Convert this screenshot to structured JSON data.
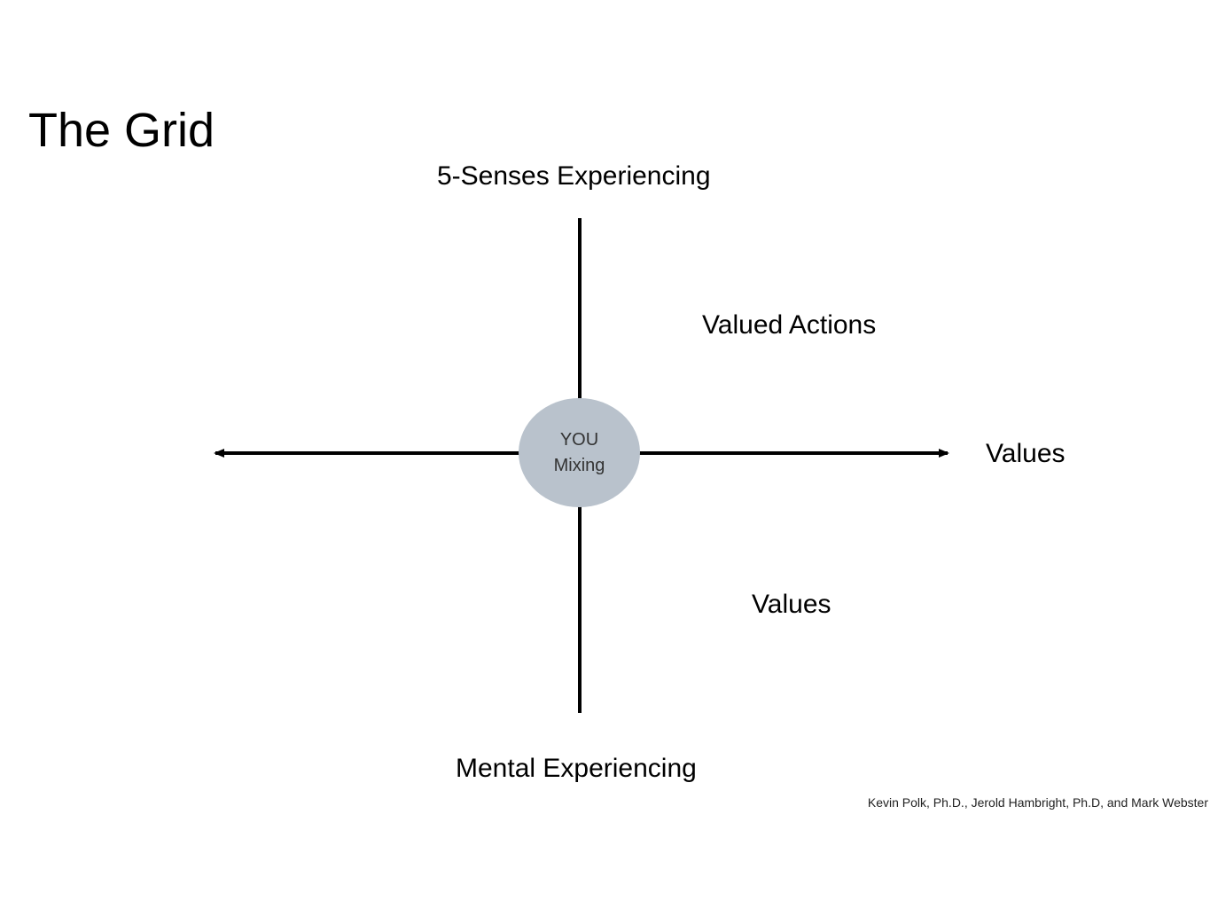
{
  "title": "The Grid",
  "axis_labels": {
    "top": "5-Senses Experiencing",
    "bottom": "Mental Experiencing",
    "right": "Values"
  },
  "quadrant_labels": {
    "upper_right": "Valued Actions",
    "lower_right": "Values"
  },
  "center": {
    "line1": "YOU",
    "line2": "Mixing"
  },
  "credit": "Kevin Polk, Ph.D., Jerold Hambright, Ph.D, and Mark Webster",
  "colors": {
    "center_fill": "#b9c2cc",
    "lines": "#000000"
  }
}
